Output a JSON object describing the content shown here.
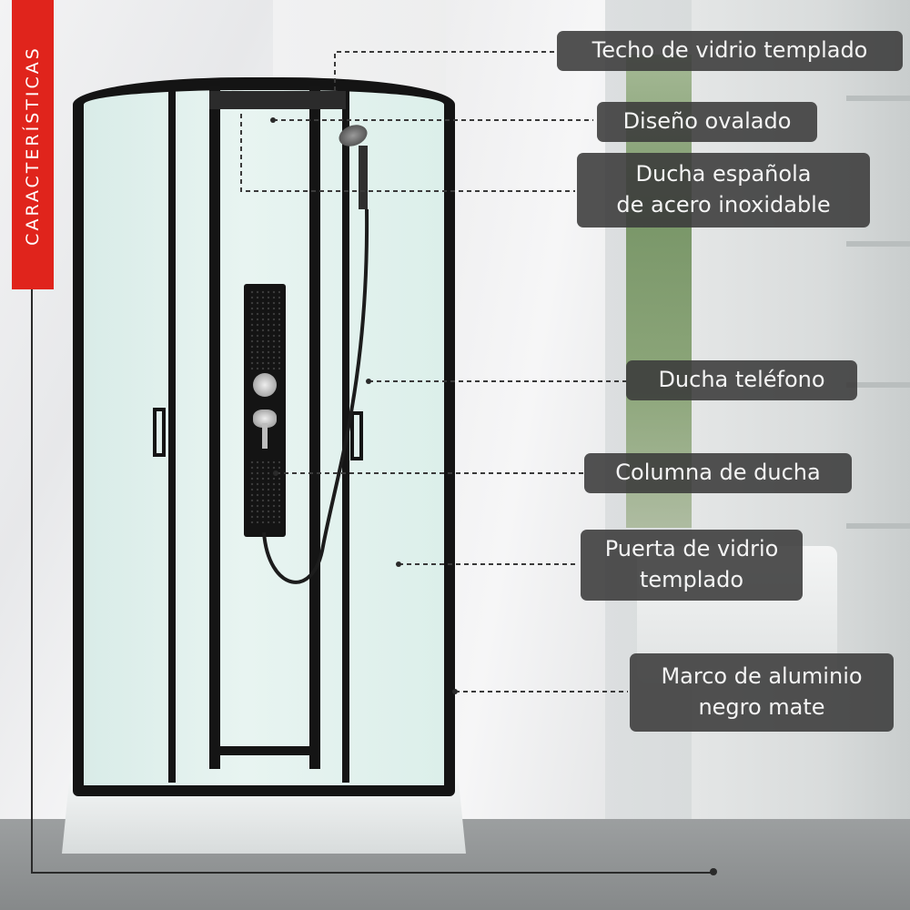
{
  "badge": {
    "text": "CARACTERÍSTICAS",
    "color": "#e0241c"
  },
  "features": [
    {
      "line1": "Techo de vidrio templado",
      "line2": ""
    },
    {
      "line1": "Diseño ovalado",
      "line2": ""
    },
    {
      "line1": "Ducha española",
      "line2": "de acero inoxidable"
    },
    {
      "line1": "Ducha teléfono",
      "line2": ""
    },
    {
      "line1": "Columna de ducha",
      "line2": ""
    },
    {
      "line1": "Puerta de vidrio",
      "line2": "templado"
    },
    {
      "line1": "Marco de aluminio",
      "line2": "negro mate"
    }
  ],
  "colors": {
    "label_bg": "#3a3a3a",
    "label_text": "#f4f4f4",
    "frame": "#141414"
  }
}
